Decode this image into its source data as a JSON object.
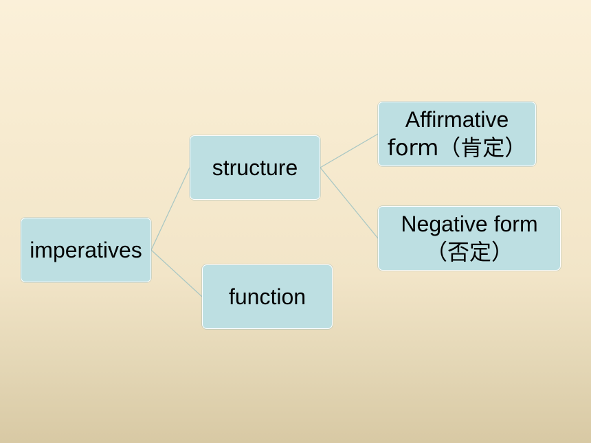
{
  "diagram": {
    "root": {
      "label": "imperatives"
    },
    "branches": [
      {
        "label": "structure",
        "children": [
          {
            "line1": "Affirmative",
            "line2": "form（肯定）"
          },
          {
            "line1": "Negative form",
            "line2": "（否定）"
          }
        ]
      },
      {
        "label": "function"
      }
    ]
  },
  "colors": {
    "node_fill": "#bddfe2",
    "node_border": "#ffffff",
    "connector": "#a9c7c4",
    "background_top": "#fbf0d9",
    "background_bottom": "#d8c9a4"
  }
}
